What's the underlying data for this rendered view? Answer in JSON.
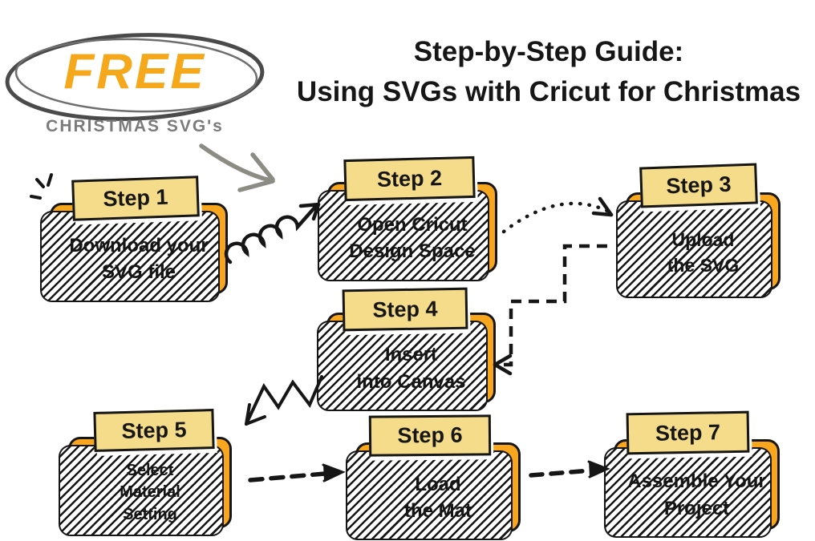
{
  "logo": {
    "title": "FREE",
    "subtitle": "CHRISTMAS SVG's"
  },
  "title": {
    "line1": "Step-by-Step Guide:",
    "line2": "Using SVGs with Cricut for Christmas"
  },
  "steps": [
    {
      "label": "Step 1",
      "lines": [
        "Download your",
        "SVG file"
      ]
    },
    {
      "label": "Step 2",
      "lines": [
        "Open Cricut",
        "Design Space"
      ]
    },
    {
      "label": "Step 3",
      "lines": [
        "Upload",
        "the SVG"
      ]
    },
    {
      "label": "Step 4",
      "lines": [
        "Insert",
        "into Canvas"
      ]
    },
    {
      "label": "Step 5",
      "lines": [
        "Select",
        "Material",
        "Setting"
      ]
    },
    {
      "label": "Step 6",
      "lines": [
        "Load",
        "the Mat"
      ]
    },
    {
      "label": "Step 7",
      "lines": [
        "Assemble Your",
        "Project"
      ]
    }
  ],
  "arrows": [
    "coil-arrow-step1-2",
    "dotted-arc-arrow-step2-3",
    "dashed-step-arrow-step3-4",
    "zigzag-arrow-step4-5",
    "dashed-arrow-step5-6",
    "dashed-arrow-step6-7",
    "logo-pointer-arrow"
  ],
  "colors": {
    "box_fill": "#F9A61F",
    "tab_fill": "#F5DC8B",
    "outline": "#161616",
    "logo_text": "#F6A81C",
    "logo_subtitle": "#7B7B7B",
    "gray_arrow": "#8C8C84",
    "background": "#FFFFFF"
  }
}
